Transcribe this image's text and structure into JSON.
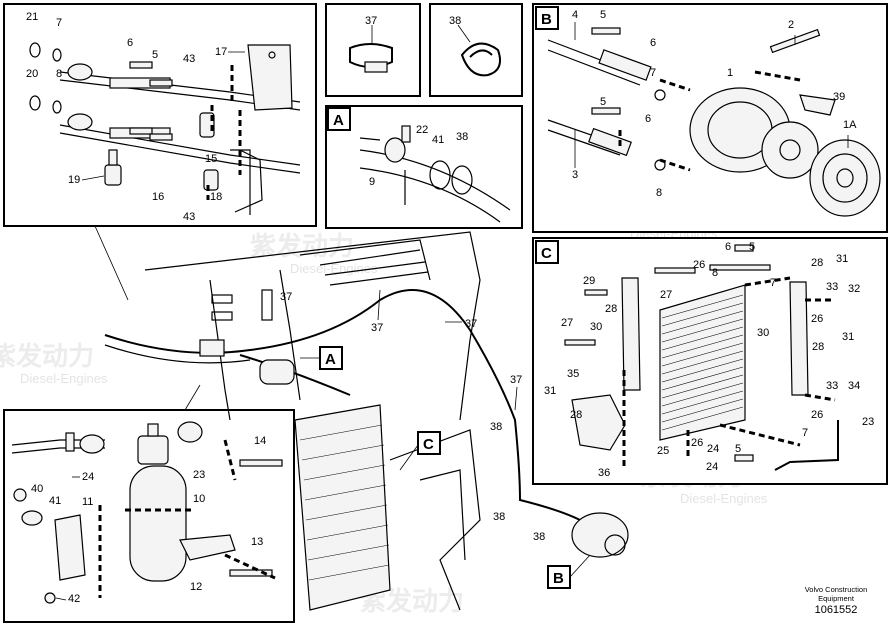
{
  "watermark": {
    "cn": "紫发动力",
    "en": "Diesel-Engines"
  },
  "panels": {
    "main": {
      "labels": [
        "21",
        "7",
        "20",
        "8",
        "6",
        "5",
        "43",
        "17",
        "15",
        "19",
        "16",
        "43",
        "18"
      ]
    },
    "clamp37": {
      "labels": [
        "37"
      ]
    },
    "clip38": {
      "labels": [
        "38"
      ]
    },
    "A": {
      "tag": "A",
      "labels": [
        "22",
        "41",
        "38",
        "9"
      ]
    },
    "B": {
      "tag": "B",
      "labels": [
        "4",
        "5",
        "6",
        "2",
        "1",
        "7",
        "39",
        "5",
        "6",
        "1A",
        "3",
        "8"
      ]
    },
    "C": {
      "tag": "C",
      "labels": [
        "6",
        "5",
        "26",
        "8",
        "7",
        "28",
        "31",
        "29",
        "27",
        "28",
        "33",
        "32",
        "30",
        "30",
        "27",
        "26",
        "28",
        "31",
        "35",
        "25",
        "33",
        "34",
        "31",
        "26",
        "7",
        "23",
        "28",
        "36",
        "26",
        "24",
        "5",
        "24"
      ]
    },
    "receiver": {
      "labels": [
        "24",
        "23",
        "14",
        "40",
        "41",
        "10",
        "11",
        "13",
        "12",
        "42"
      ]
    },
    "overview": {
      "labels": [
        "37",
        "37",
        "37",
        "37",
        "38",
        "38",
        "38"
      ],
      "callouts": [
        "A",
        "C",
        "B"
      ]
    }
  },
  "footer": {
    "line1": "Volvo Construction",
    "line2": "Equipment",
    "number": "1061552"
  }
}
